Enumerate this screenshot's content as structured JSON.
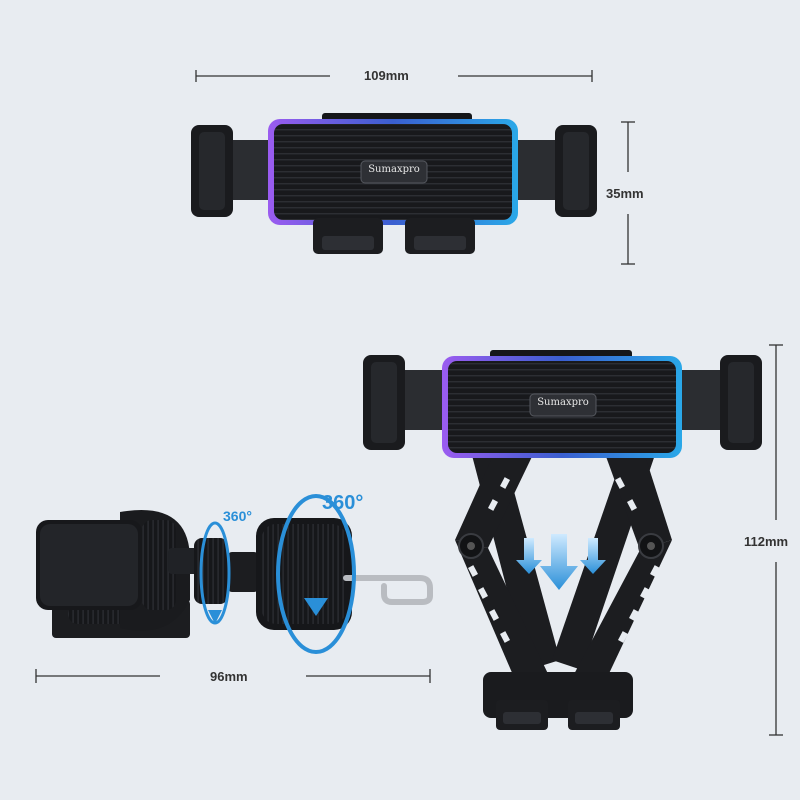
{
  "brand": "Sumaxpro",
  "dimensions": {
    "width": "109mm",
    "depth": "35mm",
    "height": "112mm",
    "length": "96mm"
  },
  "rotation": {
    "small": "360°",
    "large": "360°"
  },
  "colors": {
    "background": "#e8ecf1",
    "body": "#1b1c1f",
    "accent_blue": "#2a8fd8",
    "accent_purple": "#8a4fe0",
    "line": "#333333"
  }
}
